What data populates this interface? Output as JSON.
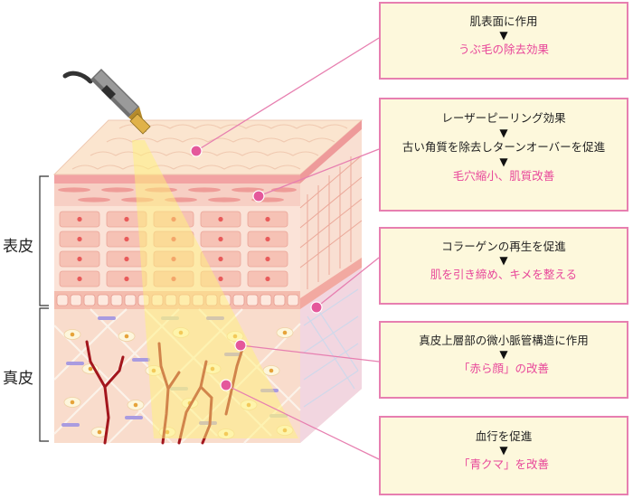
{
  "labels": {
    "epidermis": "表皮",
    "dermis": "真皮"
  },
  "arrow_glyph": "▼",
  "callouts": [
    {
      "lines": [
        "肌表面に作用"
      ],
      "result": "うぶ毛の除去効果"
    },
    {
      "lines": [
        "レーザーピーリング効果",
        "古い角質を除去しターンオーバーを促進"
      ],
      "result": "毛穴縮小、肌質改善"
    },
    {
      "lines": [
        "コラーゲンの再生を促進"
      ],
      "result": "肌を引き締め、キメを整える"
    },
    {
      "lines": [
        "真皮上層部の微小脈管構造に作用"
      ],
      "result": "「赤ら顔」の改善"
    },
    {
      "lines": [
        "血行を促進"
      ],
      "result": "「青クマ」を改善"
    }
  ],
  "colors": {
    "accent": "#e8479a",
    "border": "#e77fb0",
    "box_fill": "#fdf8dc",
    "vessel": "#a3161d",
    "beam": "#fff27a"
  }
}
